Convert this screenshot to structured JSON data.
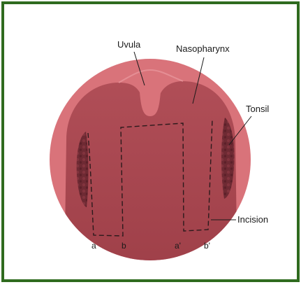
{
  "colors": {
    "border": "#2f6b1f",
    "outer_mucosa": "#d9737a",
    "inner_mucosa": "#a8474f",
    "tonsil_tissue": "#6e2a33",
    "incision_line": "#2b1a1c"
  },
  "labels": {
    "uvula": "Uvula",
    "nasopharynx": "Nasopharynx",
    "tonsil": "Tonsil",
    "incision": "Incision"
  },
  "incision_markers": {
    "a": "a",
    "b": "b",
    "a_prime": "a'",
    "b_prime": "b'"
  }
}
